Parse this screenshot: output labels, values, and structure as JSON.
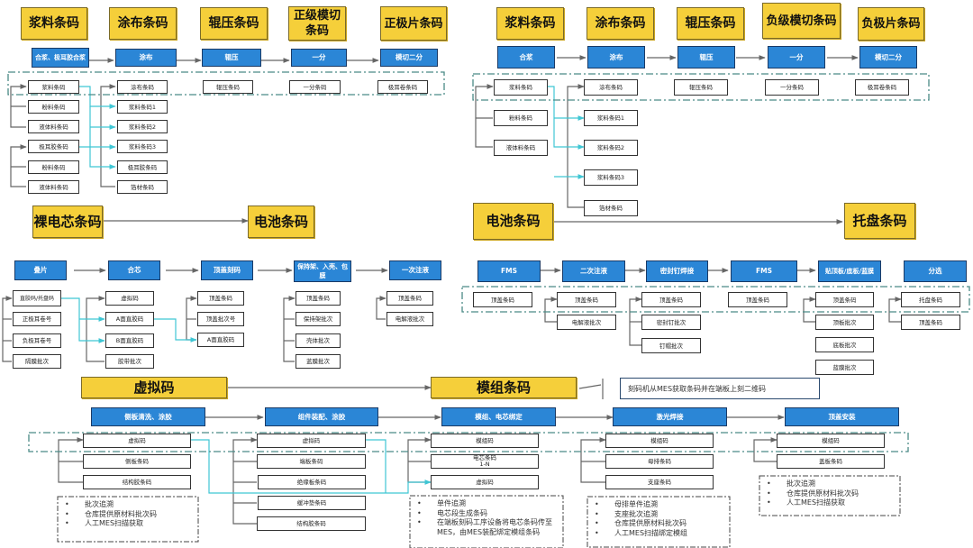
{
  "colors": {
    "yellow": "#f5cf3a",
    "blue": "#2b86d6",
    "cyan": "#3fc6d4",
    "dash": "#4a8a86",
    "gray": "#666666"
  },
  "panel_a": {
    "headers": [
      "浆料条码",
      "涂布条码",
      "辊压条码",
      "正级模切条码",
      "正极片条码"
    ],
    "steps": [
      "合浆、极耳胶合浆",
      "涂布",
      "辊压",
      "一分",
      "模切二分"
    ],
    "col1": [
      "浆料条码",
      "粉料条码",
      "液体料条码",
      "极耳胶条码",
      "粉料条码",
      "液体料条码"
    ],
    "col2": [
      "涂布条码",
      "浆料条码1",
      "浆料条码2",
      "浆料条码3",
      "极耳胶条码",
      "箔材条码"
    ],
    "col3": [
      "辊压条码"
    ],
    "col4": [
      "一分条码"
    ],
    "col5": [
      "极耳卷条码"
    ]
  },
  "panel_b": {
    "headers": [
      "浆料条码",
      "涂布条码",
      "辊压条码",
      "负级模切条码",
      "负极片条码"
    ],
    "steps": [
      "合浆",
      "涂布",
      "辊压",
      "一分",
      "模切二分"
    ],
    "col1": [
      "浆料条码",
      "粉料条码",
      "液体料条码"
    ],
    "col2": [
      "涂布条码",
      "浆料条码1",
      "浆料条码2",
      "浆料条码3",
      "箔材条码"
    ],
    "col3": [
      "辊压条码"
    ],
    "col4": [
      "一分条码"
    ],
    "col5": [
      "极耳卷条码"
    ]
  },
  "panel_c": {
    "headers": [
      "裸电芯条码",
      "电池条码"
    ],
    "steps": [
      "叠片",
      "合芯",
      "顶盖刻码",
      "保持架、入壳、包膜",
      "一次注液"
    ],
    "col1": [
      "直胶码/托盘码",
      "正极耳卷号",
      "负极耳卷号",
      "隔膜批次"
    ],
    "col2": [
      "虚拟码",
      "A面直胶码",
      "B面直胶码",
      "胶带批次"
    ],
    "col3": [
      "顶盖条码",
      "顶盖批次号",
      "A面直胶码"
    ],
    "col4": [
      "顶盖条码",
      "保持架批次",
      "壳体批次",
      "蓝膜批次"
    ],
    "col5": [
      "顶盖条码",
      "电解液批次"
    ]
  },
  "panel_d": {
    "headers": [
      "电池条码",
      "托盘条码"
    ],
    "steps": [
      "FMS",
      "二次注液",
      "密封钉焊接",
      "FMS",
      "贴顶板/底板/蓝膜",
      "分选"
    ],
    "col1": [
      "顶盖条码"
    ],
    "col2": [
      "顶盖条码",
      "电解液批次"
    ],
    "col3": [
      "顶盖条码",
      "密封钉批次",
      "钉帽批次"
    ],
    "col4": [
      "顶盖条码"
    ],
    "col5": [
      "顶盖条码",
      "顶板批次",
      "底板批次",
      "蓝膜批次"
    ],
    "col6": [
      "托盘条码",
      "顶盖条码"
    ]
  },
  "panel_e": {
    "headers": [
      "虚拟码",
      "模组条码"
    ],
    "callout": "刻码机从MES获取条码并在端板上刻二维码",
    "steps": [
      "侧板清洗、涂胶",
      "组件装配、涂胶",
      "模组、电芯绑定",
      "激光焊接",
      "顶盖安装"
    ],
    "col1": [
      "虚拟码",
      "侧板条码",
      "结构胶条码"
    ],
    "col2": [
      "虚拟码",
      "端板条码",
      "绝缘板条码",
      "缓冲垫条码",
      "结构胶条码"
    ],
    "col3": [
      "模组码",
      "电芯条码\n1-N",
      "虚拟码"
    ],
    "col4": [
      "模组码",
      "母排条码",
      "支座条码"
    ],
    "col5": [
      "模组码",
      "盖板条码"
    ],
    "notes": [
      [
        "批次追溯",
        "仓库提供原材料批次码",
        "人工MES扫描获取"
      ],
      [
        "单件追溯",
        "电芯段生成条码",
        "在端板刻码工序设备将电芯条码传至MES，由MES装配绑定模组条码"
      ],
      [
        "母排单件追溯",
        "支座批次追溯",
        "仓库提供原材料批次码",
        "人工MES扫描绑定模组"
      ],
      [
        "批次追溯",
        "仓库提供原材料批次码",
        "人工MES扫描获取"
      ]
    ]
  }
}
